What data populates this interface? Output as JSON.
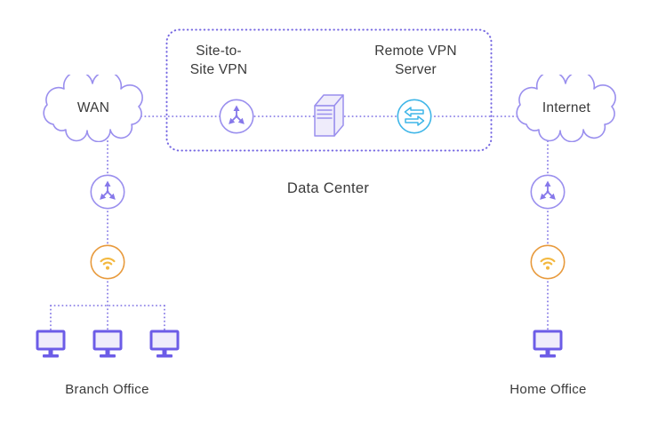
{
  "labels": {
    "wan": "WAN",
    "internet": "Internet",
    "site_to_site": {
      "line1": "Site-to-",
      "line2": "Site VPN"
    },
    "remote_vpn": {
      "line1": "Remote VPN",
      "line2": "Server"
    },
    "data_center": "Data Center",
    "branch_office": "Branch Office",
    "home_office": "Home Office"
  },
  "icons": {
    "cloud": "cloud-icon",
    "router": "router-icon",
    "wifi": "wifi-access-point-icon",
    "server": "server-icon",
    "vpn_tunnel": "vpn-tunnel-icon",
    "workstation": "monitor-icon"
  },
  "colors": {
    "purple": "#6C5CE7",
    "purple_mid": "#8678EA",
    "purple_light": "#9A8FEE",
    "lavender": "#EFECFB",
    "line": "#7668E2",
    "orange": "#E89A3C",
    "amber": "#F3B83F",
    "cyan": "#3FB6E8",
    "text": "#3A3A3A"
  }
}
